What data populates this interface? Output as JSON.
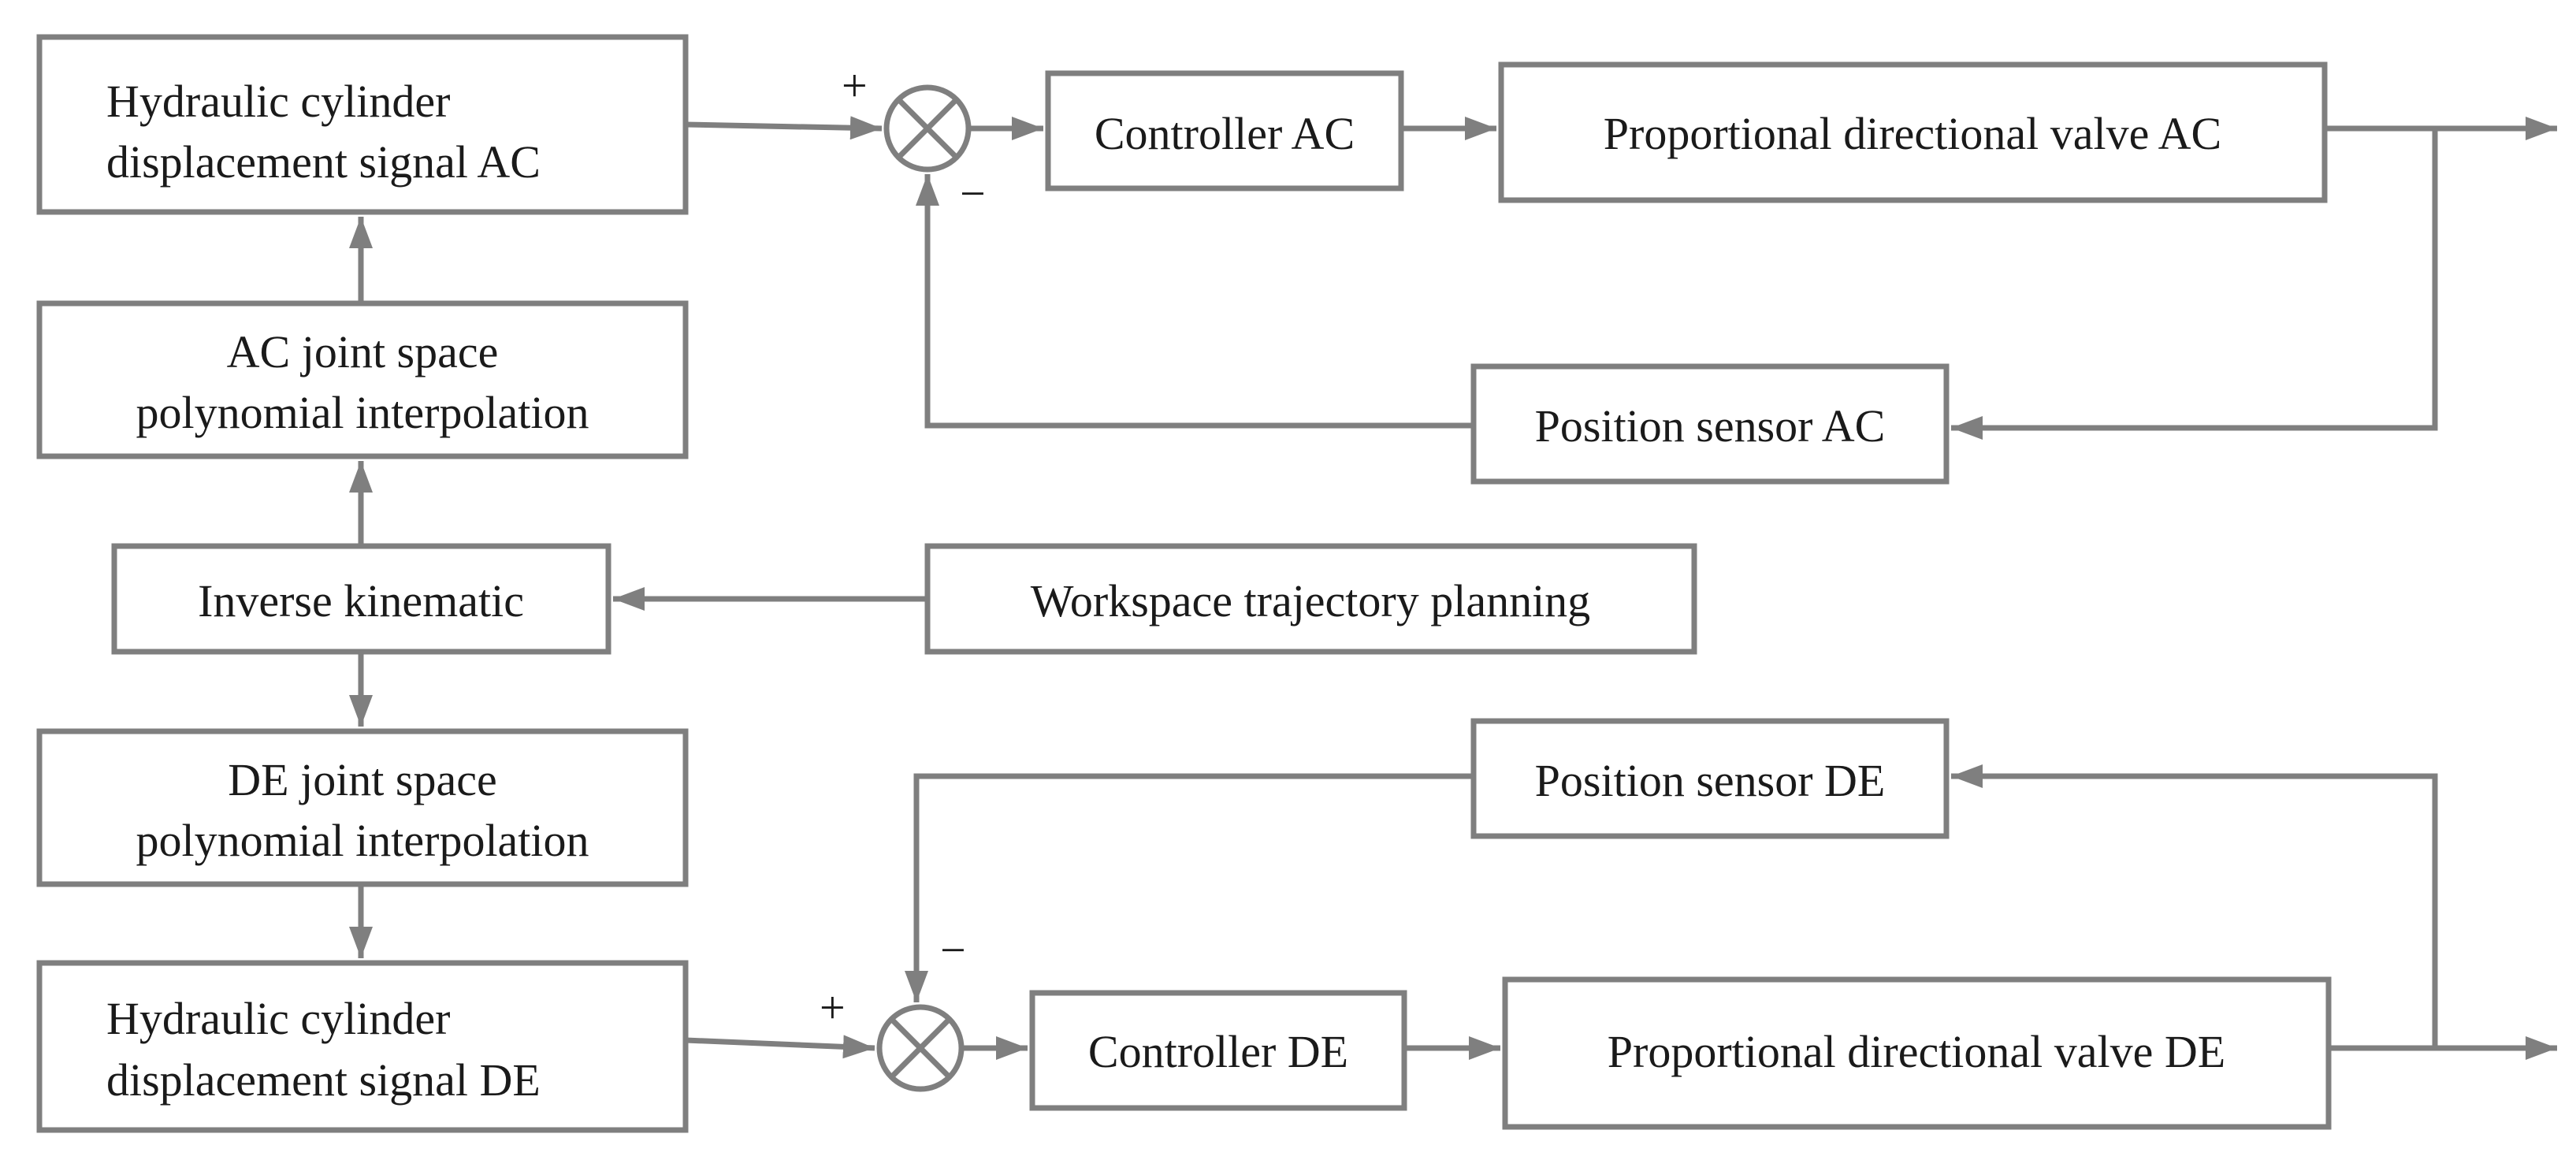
{
  "blocks": {
    "hyd_ac": {
      "line1": "Hydraulic cylinder",
      "line2": "displacement signal AC"
    },
    "ac_interp": {
      "line1": "AC joint space",
      "line2": "polynomial interpolation"
    },
    "inverse_kinematic": {
      "label": "Inverse kinematic"
    },
    "workspace_planning": {
      "label": "Workspace trajectory planning"
    },
    "de_interp": {
      "line1": "DE joint space",
      "line2": "polynomial interpolation"
    },
    "hyd_de": {
      "line1": "Hydraulic cylinder",
      "line2": "displacement signal DE"
    },
    "controller_ac": {
      "label": "Controller AC"
    },
    "valve_ac": {
      "label": "Proportional directional valve AC"
    },
    "sensor_ac": {
      "label": "Position sensor AC"
    },
    "controller_de": {
      "label": "Controller DE"
    },
    "valve_de": {
      "label": "Proportional directional valve DE"
    },
    "sensor_de": {
      "label": "Position sensor DE"
    }
  },
  "signs": {
    "ac_plus": "+",
    "ac_minus": "−",
    "de_plus": "+",
    "de_minus": "−"
  },
  "colors": {
    "stroke": "#7f7f7f",
    "text": "#1a1a1a"
  }
}
